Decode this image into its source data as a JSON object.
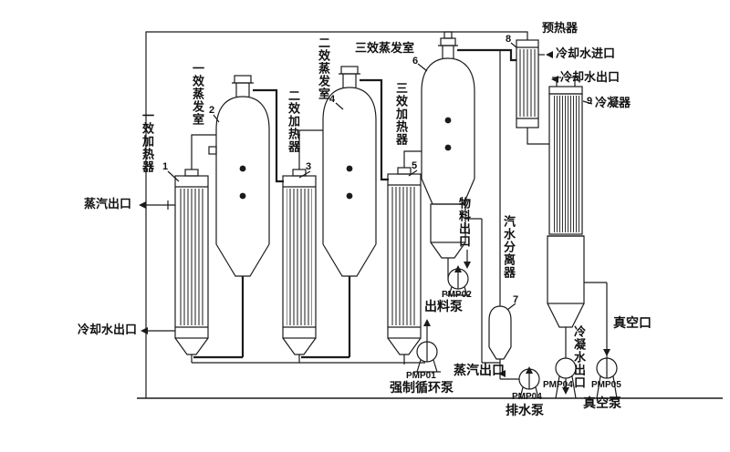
{
  "colors": {
    "ink": "#1b1b1b",
    "background": "#ffffff"
  },
  "labels": {
    "preheater": "预热器",
    "cooling_water_inlet": "冷却水进口",
    "cooling_water_outlet_right": "冷却水出口",
    "condenser": "冷凝器",
    "evaporator3": "三效蒸发室",
    "evaporator2": "二效蒸发室",
    "evaporator1": "一效蒸发室",
    "heater1": "一效加热器",
    "heater2": "二效加热器",
    "heater3": "三效加热器",
    "steam_outlet_left": "蒸汽出口",
    "cooling_water_outlet_left": "冷却水出口",
    "material_outlet": "物料出口",
    "separator": "汽水分离器",
    "steam_outlet_bottom": "蒸汽出口",
    "condensate_outlet": "冷凝水出口",
    "vacuum_port": "真空口"
  },
  "pumps": {
    "pmp01": {
      "id": "PMP01",
      "name": "强制循环泵"
    },
    "pmp02": {
      "id": "PMP02",
      "name": "出料泵"
    },
    "drain": {
      "id": "PMP04",
      "name": "排水泵"
    },
    "condensate": {
      "id": "PMP04"
    },
    "vacuum": {
      "id": "PMP05",
      "name": "真空泵"
    }
  },
  "callouts": {
    "heater1": "1",
    "evaporator1": "2",
    "heater2": "3",
    "evaporator2": "4",
    "heater3": "5",
    "evaporator3": "6",
    "separator": "7",
    "preheater": "8",
    "condenser": "9"
  }
}
